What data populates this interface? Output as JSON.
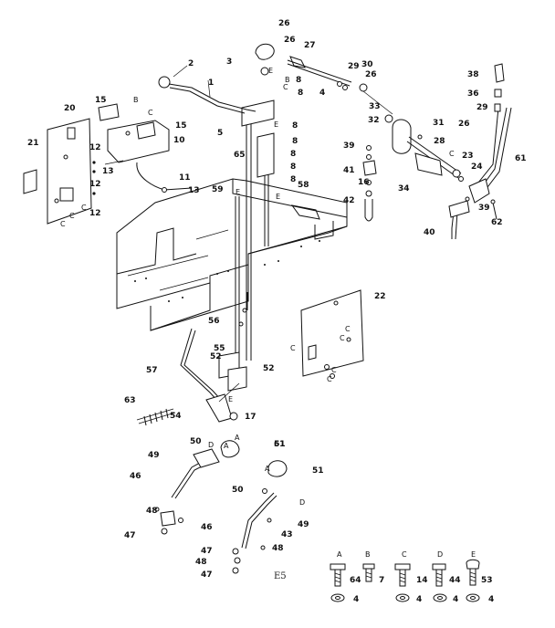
{
  "callouts": [
    "1",
    "2",
    "3",
    "4",
    "5",
    "8",
    "8",
    "8",
    "8",
    "8",
    "8",
    "8",
    "10",
    "11",
    "12",
    "12",
    "12",
    "13",
    "13",
    "15",
    "15",
    "16",
    "17",
    "20",
    "21",
    "22",
    "23",
    "24",
    "26",
    "26",
    "26",
    "26",
    "27",
    "28",
    "29",
    "29",
    "30",
    "31",
    "32",
    "33",
    "34",
    "36",
    "38",
    "39",
    "39",
    "40",
    "41",
    "42",
    "43",
    "46",
    "46",
    "47",
    "47",
    "47",
    "48",
    "48",
    "48",
    "49",
    "49",
    "50",
    "50",
    "51",
    "51",
    "52",
    "52",
    "54",
    "55",
    "56",
    "57",
    "58",
    "59",
    "61",
    "61",
    "62",
    "63",
    "65"
  ],
  "letters": [
    "A",
    "A",
    "A",
    "B",
    "B",
    "C",
    "C",
    "C",
    "C",
    "C",
    "C",
    "C",
    "C",
    "C",
    "C",
    "C",
    "D",
    "D",
    "E",
    "E",
    "E",
    "E",
    "E"
  ],
  "legend": [
    {
      "letter": "A",
      "part": "64",
      "washer": "4"
    },
    {
      "letter": "B",
      "part": "7",
      "washer": ""
    },
    {
      "letter": "C",
      "part": "14",
      "washer": "4"
    },
    {
      "letter": "D",
      "part": "44",
      "washer": "4"
    },
    {
      "letter": "E",
      "part": "53",
      "washer": "4"
    }
  ],
  "footer_code": "E5"
}
